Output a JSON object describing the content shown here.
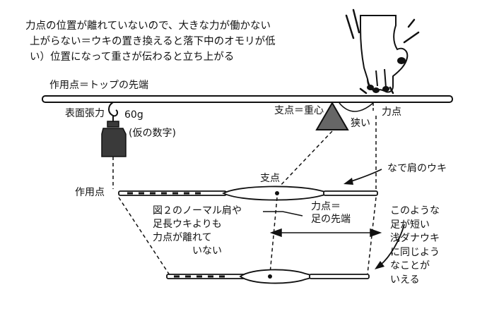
{
  "caption": {
    "line1": "力点の位置が離れていないので、大きな力が働かない",
    "line2": "上がらない＝ウキの置き換えると落下中のオモリが低",
    "line3": "い）位置になって重さが伝わると立ち上がる"
  },
  "labels": {
    "action_point_top": "作用点＝トップの先端",
    "surface_tension": "表面張力",
    "weight_value": "60g",
    "tentative_number": "(仮の数字)",
    "fulcrum_center": "支点＝重心",
    "effort_point": "力点",
    "narrow": "狭い",
    "nadegata_float": "なで肩のウキ",
    "fulcrum": "支点",
    "action_point": "作用点",
    "effort_point_foot_1": "力点＝",
    "effort_point_foot_2": "足の先端",
    "fig2_note": [
      "図２のノーマル肩や",
      "足長ウキよりも",
      "力点が離れて",
      "いない"
    ],
    "right_note": [
      "このような",
      "足が短い",
      "浅ダナウキ",
      "に同じよう",
      "なことが",
      "いえる"
    ]
  },
  "colors": {
    "ink": "#111111",
    "weight_fill": "#3a3a3a",
    "fulcrum_fill": "#666666",
    "paper": "#ffffff"
  },
  "icons": {
    "hand": "pressing-hand-icon",
    "weight": "sinker-weight-icon",
    "fulcrum": "triangle-fulcrum-icon"
  }
}
